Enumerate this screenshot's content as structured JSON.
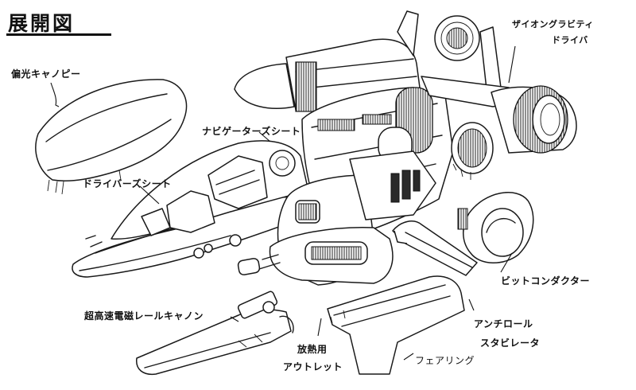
{
  "title": "展開図",
  "labels": {
    "canopy": "偏光キャノピー",
    "zaion_top": "ザイオングラビティ",
    "zaion_bottom": "ドライバ",
    "navigator_seat": "ナビゲーターズシート",
    "driver_seat": "ドライバーズシート",
    "bit_conductor": "ビットコンダクター",
    "railgun": "超高速電磁レールキャノン",
    "outlet_top": "放熱用",
    "outlet_bottom": "アウトレット",
    "antiroll_top": "アンチロール",
    "antiroll_bottom": "スタビレータ",
    "fairing": "フェアリング"
  }
}
